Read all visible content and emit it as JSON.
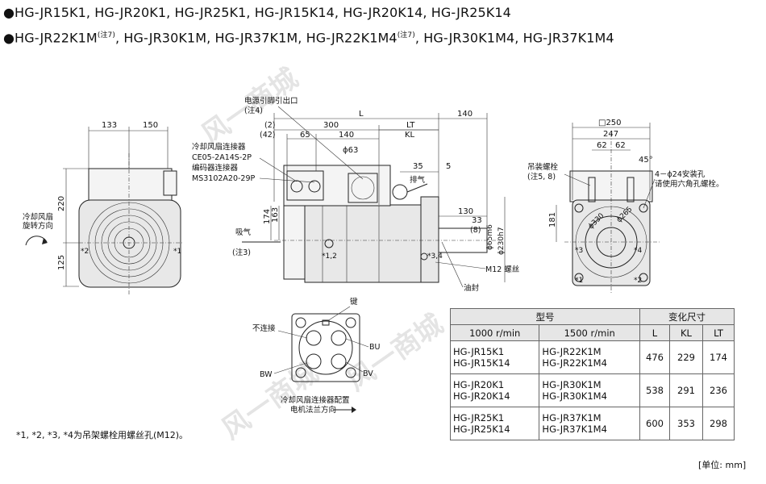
{
  "headings": {
    "line1": "●HG-JR15K1, HG-JR20K1, HG-JR25K1, HG-JR15K14, HG-JR20K14, HG-JR25K14",
    "line2_a": "●HG-JR22K1M",
    "line2_note_a": "(注7)",
    "line2_b": ", HG-JR30K1M, HG-JR37K1M, HG-JR22K1M4",
    "line2_note_b": "(注7)",
    "line2_c": ", HG-JR30K1M4, HG-JR37K1M4"
  },
  "left_view": {
    "dims": [
      "133",
      "150",
      "220",
      "125"
    ],
    "rotation_label_1": "冷却风扇",
    "rotation_label_2": "旋转方向",
    "marks": [
      "*2",
      "*1"
    ]
  },
  "side_view": {
    "top_dims": [
      "L",
      "140",
      "(2)",
      "300",
      "LT",
      "(42)",
      "65",
      "140",
      "KL"
    ],
    "power_outlet_1": "电源引脚引出口",
    "power_outlet_2": "(注4)",
    "fan_conn_1": "冷却风扇连接器",
    "fan_conn_2": "CE05-2A14S-2P",
    "enc_conn_1": "编码器连接器",
    "enc_conn_2": "MS3102A20-29P",
    "phi63": "ϕ63",
    "d35": "35",
    "d5": "5",
    "exhaust": "排气",
    "d174": "174",
    "d163": "163",
    "intake_1": "吸气",
    "intake_2": "(注3)",
    "mark_12": "*1,2",
    "mark_34": "*3,4",
    "d130": "130",
    "d33": "33",
    "d8": "(8)",
    "shaft_dia": "ϕ65m6",
    "flange_dia": "ϕ230h7",
    "bolt": "M12 螺丝",
    "oil_seal": "油封"
  },
  "front_view": {
    "d250": "□250",
    "d247": "247",
    "d62a": "62",
    "d62b": "62",
    "d45": "45°",
    "eyebolt_1": "吊装螺栓",
    "eyebolt_2": "(注5, 8)",
    "holes_1": "4－ϕ24安装孔",
    "holes_2": "请使用六角孔螺栓。",
    "d181": "181",
    "d330": "ϕ330",
    "d265": "ϕ265",
    "m3": "*3",
    "m4": "*4",
    "m1": "*1",
    "m2": "*2"
  },
  "connector_view": {
    "key": "键",
    "nc": "不连接",
    "bu": "BU",
    "bw": "BW",
    "bv": "BV",
    "caption_1": "冷却风扇连接器配置",
    "caption_2": "电机法兰方向"
  },
  "table": {
    "col_model": "型号",
    "col_dims": "变化尺寸",
    "sub_1000": "1000 r/min",
    "sub_1500": "1500 r/min",
    "sub_L": "L",
    "sub_KL": "KL",
    "sub_LT": "LT",
    "rows": [
      {
        "a1": "HG-JR15K1",
        "a2": "HG-JR15K14",
        "b1": "HG-JR22K1M",
        "b2": "HG-JR22K1M4",
        "L": "476",
        "KL": "229",
        "LT": "174"
      },
      {
        "a1": "HG-JR20K1",
        "a2": "HG-JR20K14",
        "b1": "HG-JR30K1M",
        "b2": "HG-JR30K1M4",
        "L": "538",
        "KL": "291",
        "LT": "236"
      },
      {
        "a1": "HG-JR25K1",
        "a2": "HG-JR25K14",
        "b1": "HG-JR37K1M",
        "b2": "HG-JR37K1M4",
        "L": "600",
        "KL": "353",
        "LT": "298"
      }
    ]
  },
  "footnote": "*1, *2, *3, *4为吊架螺栓用螺丝孔(M12)。",
  "unit": "[单位: mm]",
  "watermark": "风一商城"
}
